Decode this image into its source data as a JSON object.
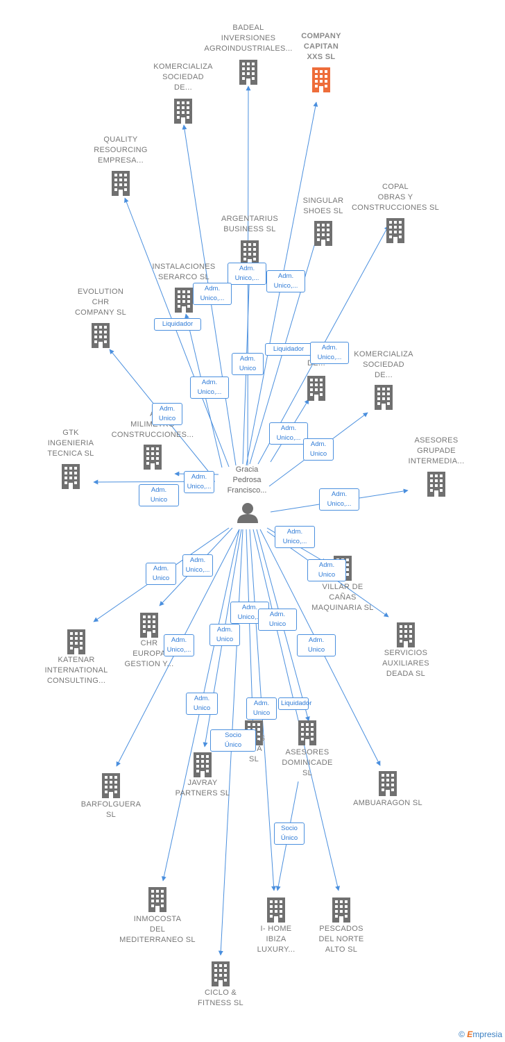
{
  "colors": {
    "edge": "#4a8fde",
    "building": "#707070",
    "building_main": "#ee6d3a",
    "person": "#707070"
  },
  "person": {
    "name": "Gracia\nPedrosa\nFrancisco..."
  },
  "companies": [
    {
      "id": "capitan",
      "label": "COMPANY\nCAPITAN\nXXS  SL",
      "main": true
    },
    {
      "id": "badeal",
      "label": "BADEAL\nINVERSIONES\nAGROINDUSTRIALES..."
    },
    {
      "id": "komercializa1",
      "label": "KOMERCIALIZA\nSOCIEDAD\nDE..."
    },
    {
      "id": "quality",
      "label": "QUALITY\nRESOURCING\nEMPRESA..."
    },
    {
      "id": "argentarius",
      "label": "ARGENTARIUS\nBUSINESS SL"
    },
    {
      "id": "singular",
      "label": "SINGULAR\nSHOES  SL"
    },
    {
      "id": "copal",
      "label": "COPAL\nOBRAS Y\nCONSTRUCCIONES SL"
    },
    {
      "id": "instalaciones",
      "label": "INSTALACIONES\nSERARCO  SL"
    },
    {
      "id": "evolution",
      "label": "EVOLUTION\nCHR\nCOMPANY SL"
    },
    {
      "id": "inter",
      "label": "INTER\nDE..."
    },
    {
      "id": "komercializa2",
      "label": "KOMERCIALIZA\nSOCIEDAD\nDE..."
    },
    {
      "id": "milimetro",
      "label": "A\nMILIMETRO\nCONSTRUCCIONES..."
    },
    {
      "id": "gtk",
      "label": "GTK\nINGENIERIA\nTECNICA  SL"
    },
    {
      "id": "grupade",
      "label": "ASESORES\nGRUPADE\nINTERMEDIA..."
    },
    {
      "id": "villar",
      "label": "VILLAR DE\nCAÑAS\nMAQUINARIA SL"
    },
    {
      "id": "katenar",
      "label": "KATENAR\nINTERNATIONAL\nCONSULTING..."
    },
    {
      "id": "chr",
      "label": "CHR\nEUROPA\nGESTION Y..."
    },
    {
      "id": "deada",
      "label": "SERVICIOS\nAUXILIARES\nDEADA  SL"
    },
    {
      "id": "ones",
      "label": "ONES\nLA   A\nSL"
    },
    {
      "id": "dominicade",
      "label": "ASESORES\nDOMINICADE\nSL"
    },
    {
      "id": "javray",
      "label": "JAVRAY\nPARTNERS  SL"
    },
    {
      "id": "barfolguera",
      "label": "BARFOLGUERA\nSL"
    },
    {
      "id": "ambuaragon",
      "label": "AMBUARAGON SL"
    },
    {
      "id": "inmocosta",
      "label": "INMOCOSTA\nDEL\nMEDITERRANEO SL"
    },
    {
      "id": "ihome",
      "label": "I- HOME\nIBIZA\nLUXURY..."
    },
    {
      "id": "pescados",
      "label": "PESCADOS\nDEL NORTE\nALTO  SL"
    },
    {
      "id": "ciclo",
      "label": "CICLO &\nFITNESS SL"
    }
  ],
  "edge_labels": [
    "Adm.\nUnico,...",
    "Adm.\nUnico,...",
    "Adm.\nUnico,...",
    "Liquidador",
    "Adm.\nUnico",
    "Liquidador",
    "Adm.\nUnico,...",
    "Adm.\nUnico,...",
    "Adm.\nUnico",
    "Adm.\nUnico,...",
    "Adm.\nUnico",
    "Adm.\nUnico,...",
    "Adm.\nUnico",
    "Adm.\nUnico,...",
    "Adm.\nUnico,...",
    "Adm.\nUnico",
    "Adm.\nUnico",
    "Adm.\nUnico,...",
    "Adm.\nUnico,...",
    "Adm.\nUnico",
    "Adm.\nUnico",
    "Adm.\nUnico,...",
    "Adm.\nUnico",
    "Adm.\nUnico",
    "Adm.\nUnico",
    "Liquidador",
    "Socio\nÚnico",
    "Socio\nÚnico"
  ],
  "footer": {
    "copyright": "©",
    "brand_e": "E",
    "brand_rest": "mpresia"
  }
}
